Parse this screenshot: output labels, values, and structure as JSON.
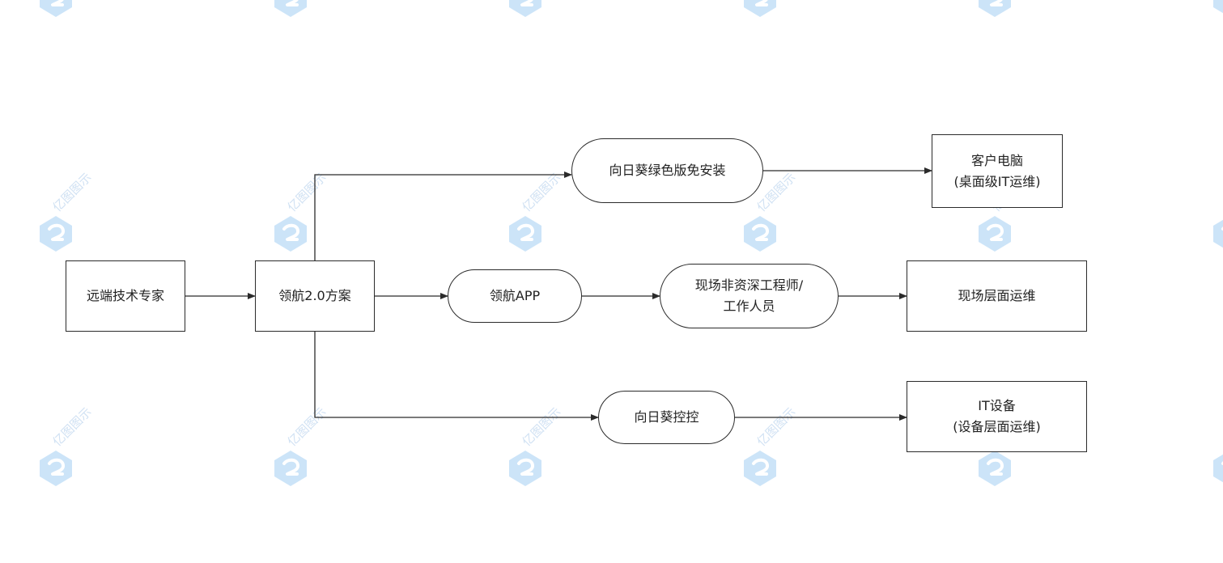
{
  "watermark": {
    "text": "亿图图示",
    "color": "#8fc4f0"
  },
  "colors": {
    "line": "#2b2b2b",
    "node_border": "#2b2b2b",
    "node_fill": "#ffffff"
  },
  "nodes": {
    "remote_expert": {
      "lines": [
        "远端技术专家"
      ]
    },
    "navigator_plan": {
      "lines": [
        "领航2.0方案"
      ]
    },
    "sunflower_green": {
      "lines": [
        "向日葵绿色版免安装"
      ]
    },
    "navigator_app": {
      "lines": [
        "领航APP"
      ]
    },
    "sunflower_kongkong": {
      "lines": [
        "向日葵控控"
      ]
    },
    "onsite_engineer": {
      "lines": [
        "现场非资深工程师/",
        "工作人员"
      ]
    },
    "customer_pc": {
      "lines": [
        "客户电脑",
        "(桌面级IT运维)"
      ]
    },
    "onsite_ops": {
      "lines": [
        "现场层面运维"
      ]
    },
    "it_device": {
      "lines": [
        "IT设备",
        "(设备层面运维)"
      ]
    }
  }
}
